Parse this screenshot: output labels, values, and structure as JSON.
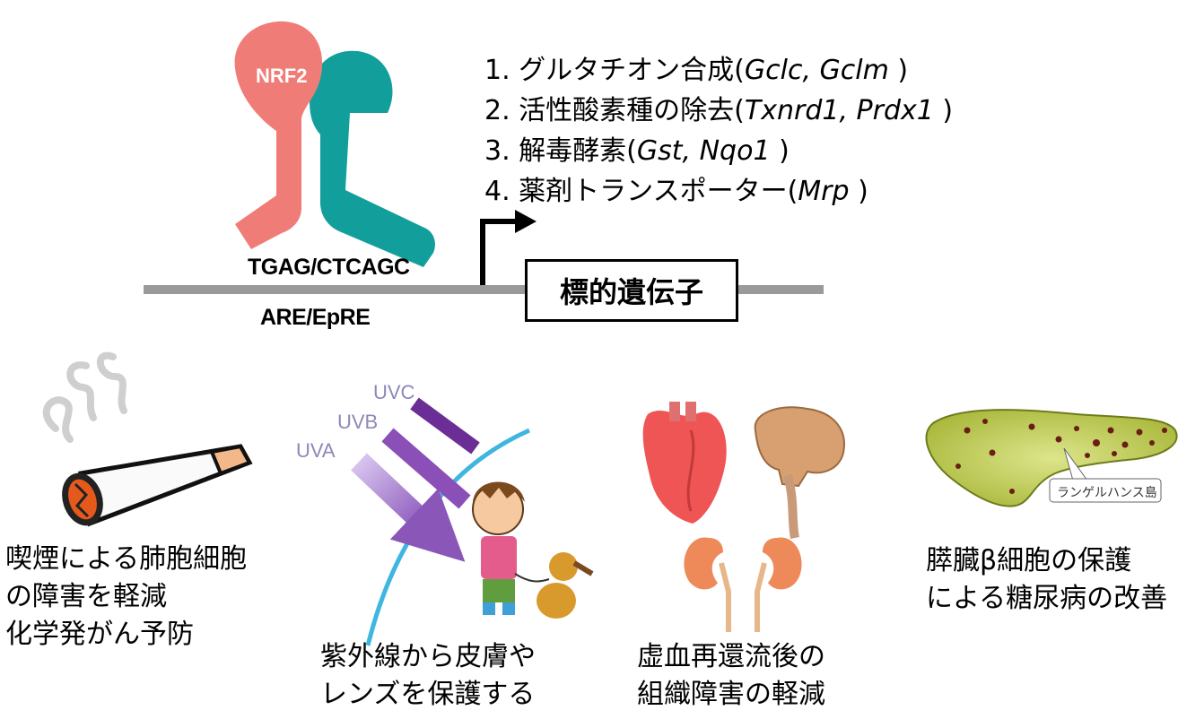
{
  "nrf2": {
    "label": "NRF2"
  },
  "dna": {
    "motif": "TGAG/CTCAGC",
    "element": "ARE/EpRE",
    "target_box": "標的遺伝子"
  },
  "genes": [
    {
      "num": "1.",
      "name": "グルタチオン合成",
      "open": "(",
      "genes": "Gclc, Gclm",
      "close": " )"
    },
    {
      "num": "2.",
      "name": "活性酸素種の除去",
      "open": "(",
      "genes": "Txnrd1, Prdx1",
      "close": " )"
    },
    {
      "num": "3.",
      "name": "解毒酵素",
      "open": "(",
      "genes": "Gst, Nqo1",
      "close": " )"
    },
    {
      "num": "4.",
      "name": "薬剤トランスポーター",
      "open": "(",
      "genes": "Mrp",
      "close": " )"
    }
  ],
  "uv": {
    "uvc": "UVC",
    "uvb": "UVB",
    "uva": "UVA"
  },
  "pancreas": {
    "label": "ランゲルハンス島"
  },
  "captions": {
    "smoking": [
      "喫煙による肺胞細胞",
      "の障害を軽減",
      "化学発がん予防"
    ],
    "uv": [
      "紫外線から皮膚や",
      "レンズを保護する"
    ],
    "ischemia": [
      "虚血再還流後の",
      "組織障害の軽減"
    ],
    "pancreas": [
      "膵臓β細胞の保護",
      "による糖尿病の改善"
    ]
  },
  "colors": {
    "nrf2": "#f07c78",
    "partner": "#129f9c",
    "dna_line": "#9a9a9a",
    "uv_purple": "#9a6bc0",
    "uv_dark": "#6a2e96",
    "skin_arc": "#3fb6e0",
    "pancreas": "#c2cf54"
  }
}
